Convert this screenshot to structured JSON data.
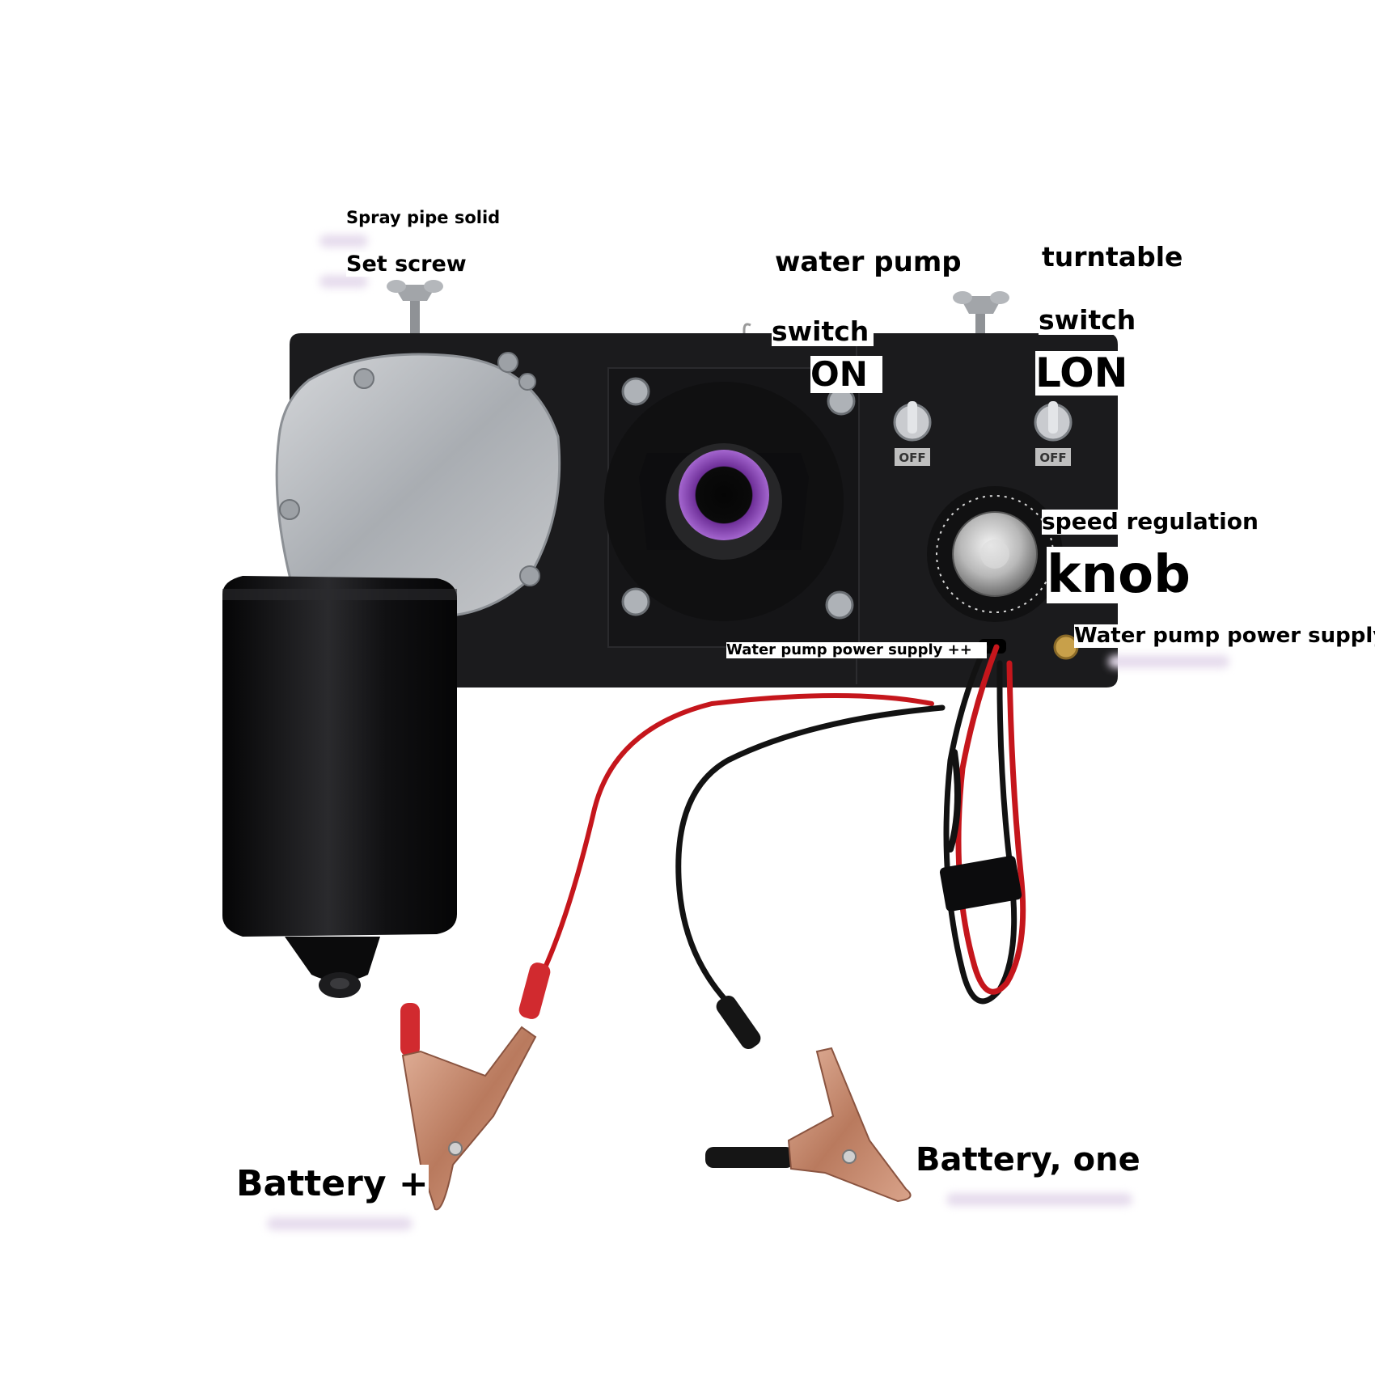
{
  "colors": {
    "plate": "#1b1b1d",
    "motor_body": "#0f0f10",
    "gearbox": "#b9bcc0",
    "nozzle": "#8a3fb5",
    "wire_red": "#c5161c",
    "wire_black": "#121212",
    "clip_copper": "#c98f74",
    "label_text": "#000000",
    "label_bg": "#ffffff"
  },
  "switch_marking": "OFF",
  "labels": {
    "spray_pipe": "Spray pipe solid",
    "set_screw": "Set screw",
    "water_pump": "water pump",
    "pump_switch": "switch",
    "pump_on": "ON",
    "turntable": "turntable",
    "turntable_switch": "switch",
    "turntable_on": "LON",
    "speed_regulation": "speed regulation",
    "knob": "knob",
    "pump_power_plus": "Water pump power supply ++",
    "pump_power": "Water pump power supply",
    "battery_plus": "Battery +",
    "battery_minus": "Battery, one"
  }
}
